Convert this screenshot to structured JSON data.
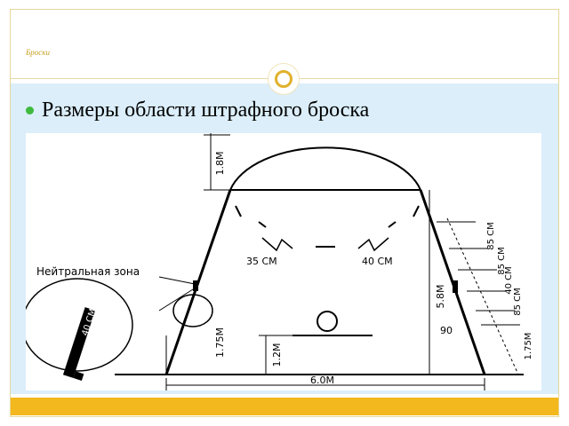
{
  "slide": {
    "title": "Броски",
    "bullet": "Размеры области штрафного броска"
  },
  "diagram": {
    "labels": {
      "dim_18m": "1.8М",
      "dim_35cm": "35 СМ",
      "dim_40cm_left": "40 СМ",
      "neutral_zone": "Нейтральная зона",
      "dim_175m": "1.75М",
      "dim_12m": "1.2М",
      "dim_58m": "5.8М",
      "dim_90": "90",
      "dim_60m": "6.0М",
      "dim_85cm_top": "85 СМ",
      "dim_85cm_mid": "85 СМ",
      "dim_40cm_right": "40 СМ",
      "dim_85cm_low": "85 СМ",
      "dim_175m_right": "1.75М",
      "zoom_label": "40 СМ"
    }
  },
  "colors": {
    "accent": "#e0b12c",
    "footer": "#f3b81d",
    "band": "#dbeefa",
    "bullet": "#3fba3f"
  }
}
